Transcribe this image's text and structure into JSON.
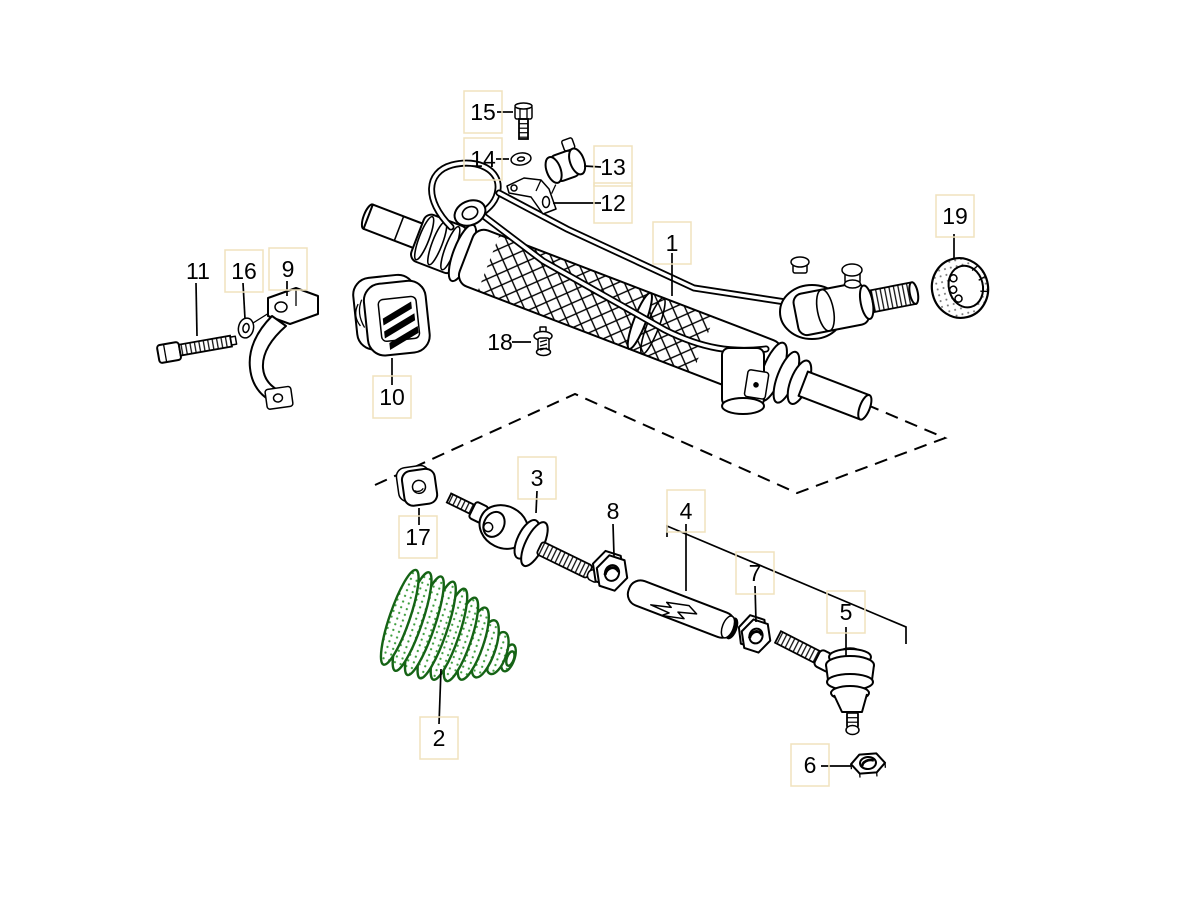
{
  "diagram_type": "exploded-parts-diagram",
  "colors": {
    "background": "#ffffff",
    "line": "#000000",
    "boot_outline": "#156315",
    "boot_dots": "#3f9e3f",
    "label_box_border": "#f0e2bd",
    "label_text": "#000000"
  },
  "parts": [
    {
      "label": "1"
    },
    {
      "label": "2"
    },
    {
      "label": "3"
    },
    {
      "label": "4"
    },
    {
      "label": "5"
    },
    {
      "label": "6"
    },
    {
      "label": "7"
    },
    {
      "label": "8"
    },
    {
      "label": "9"
    },
    {
      "label": "10"
    },
    {
      "label": "11"
    },
    {
      "label": "12"
    },
    {
      "label": "13"
    },
    {
      "label": "14"
    },
    {
      "label": "15"
    },
    {
      "label": "16"
    },
    {
      "label": "17"
    },
    {
      "label": "18"
    },
    {
      "label": "19"
    }
  ]
}
